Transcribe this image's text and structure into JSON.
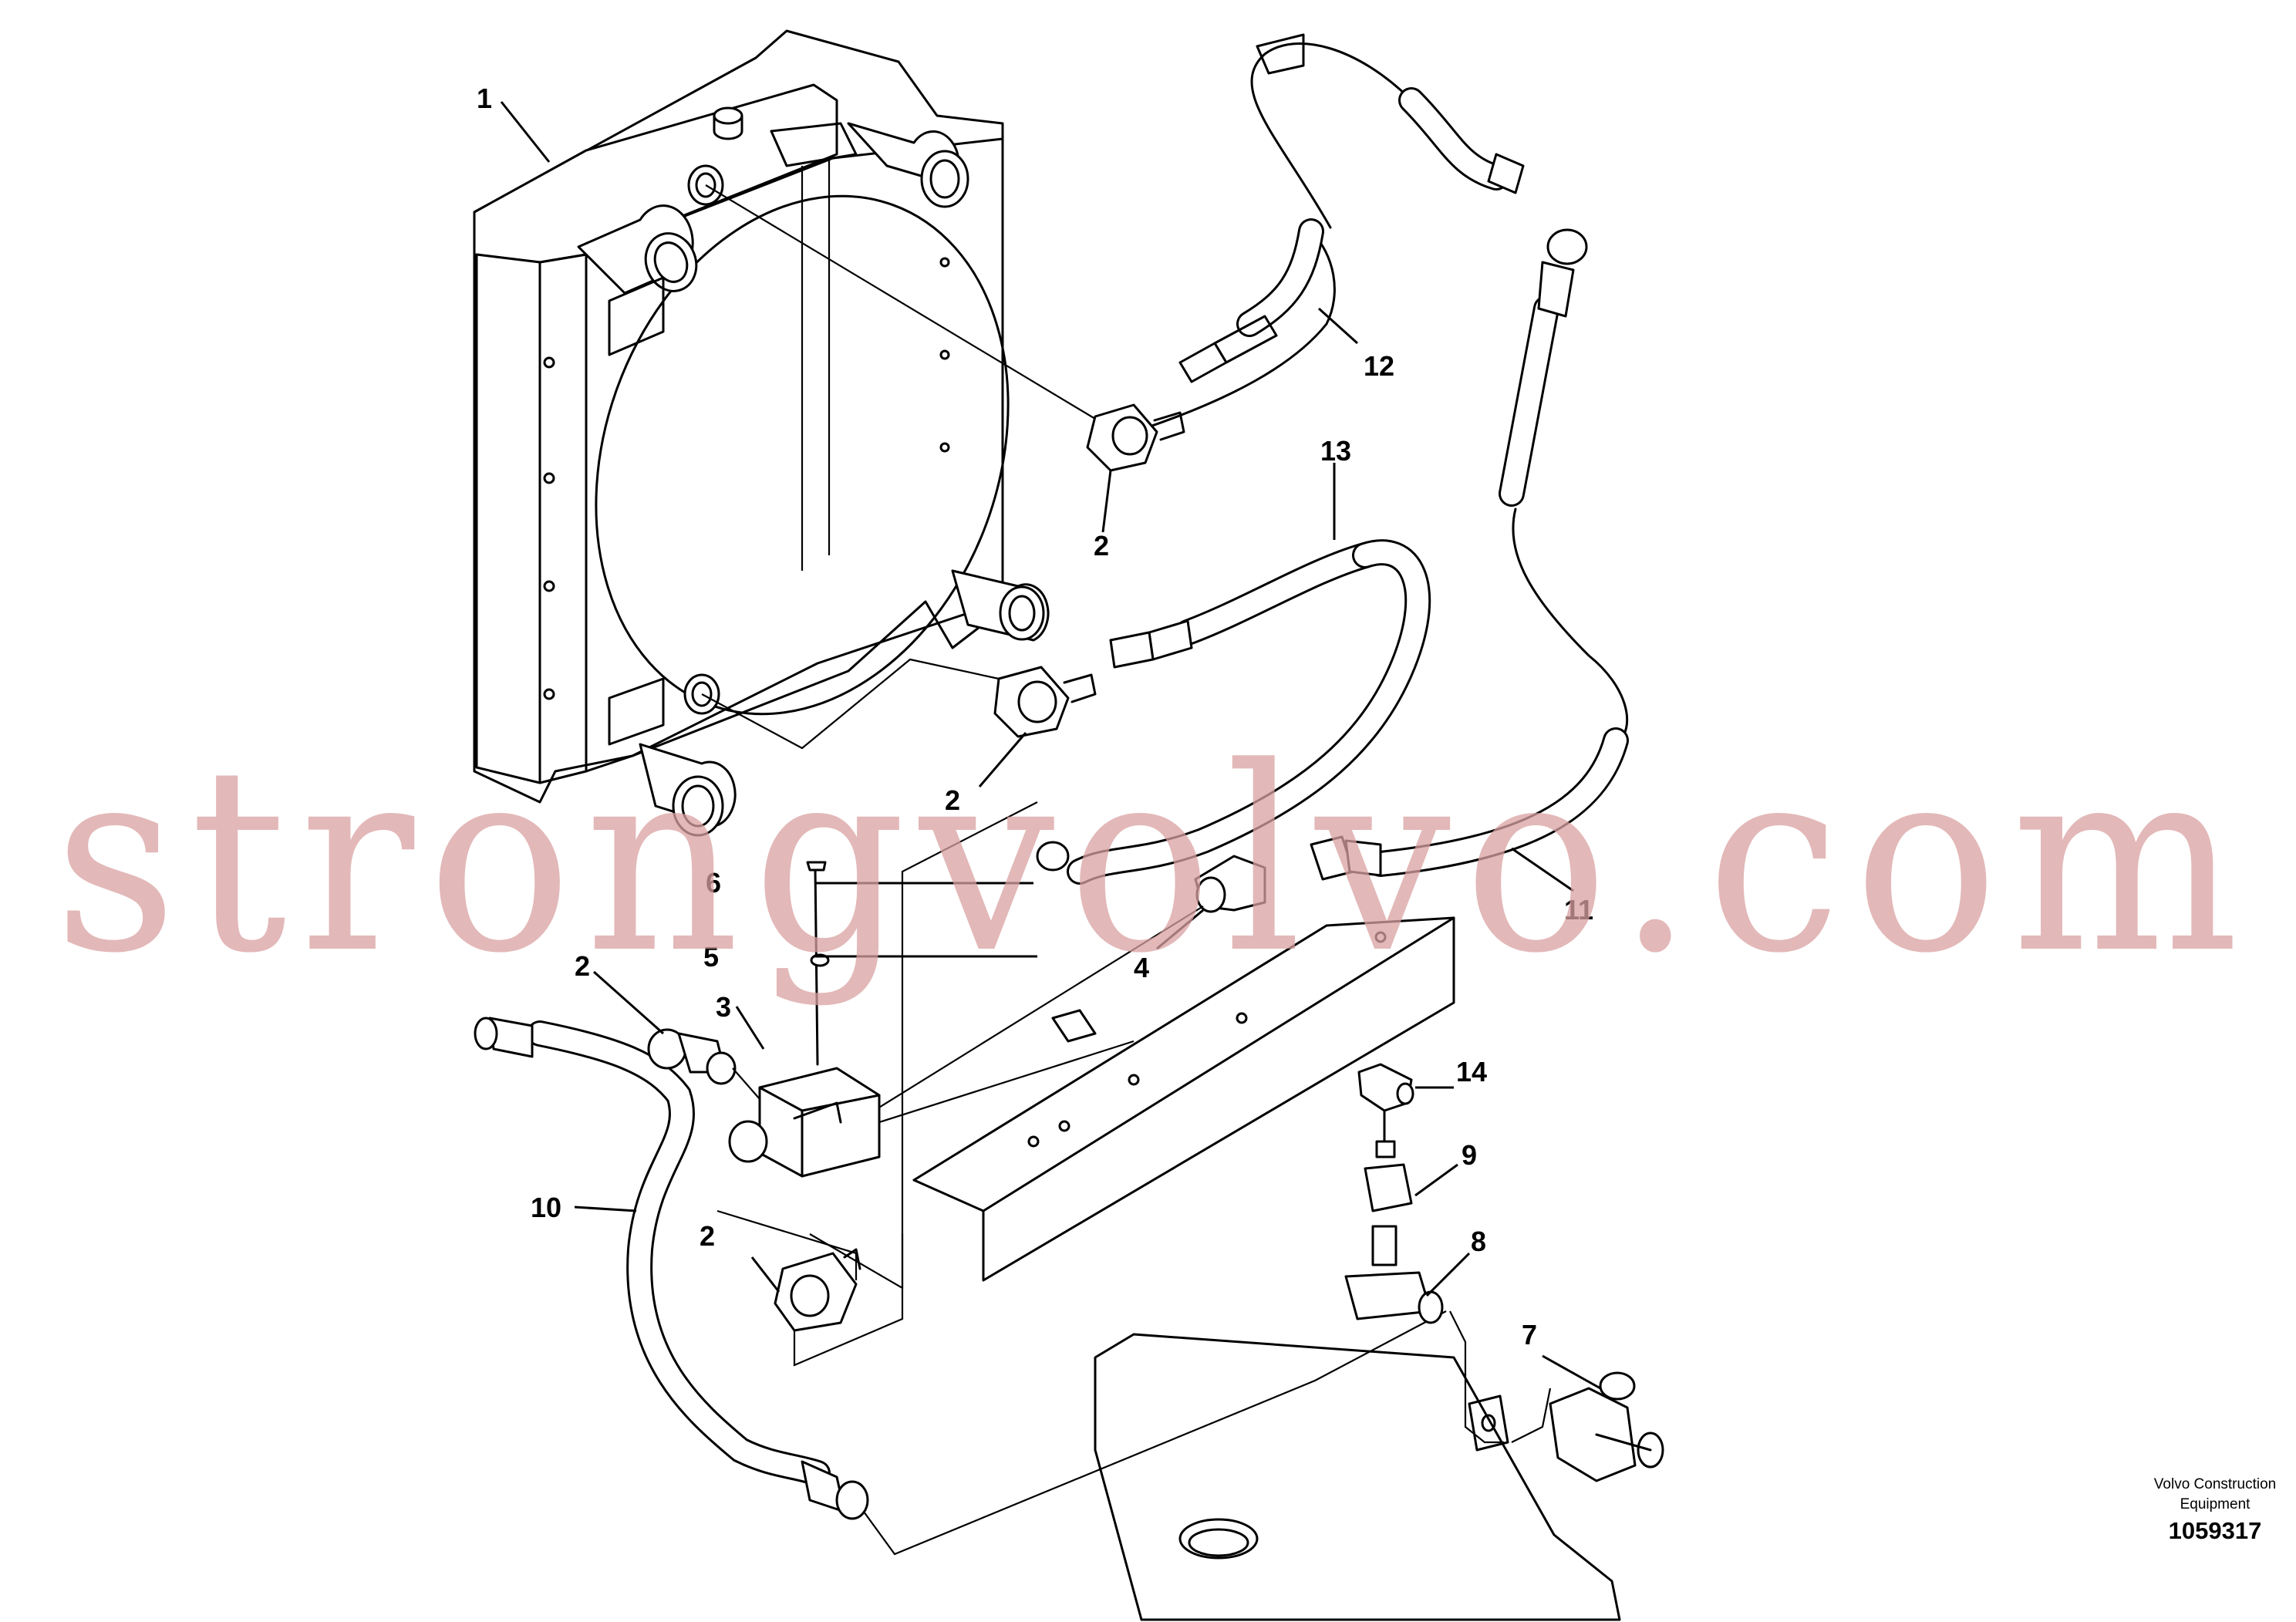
{
  "diagram": {
    "callouts": [
      {
        "id": "c1",
        "label": "1"
      },
      {
        "id": "c2a",
        "label": "2"
      },
      {
        "id": "c2b",
        "label": "2"
      },
      {
        "id": "c2c",
        "label": "2"
      },
      {
        "id": "c2d",
        "label": "2"
      },
      {
        "id": "c3",
        "label": "3"
      },
      {
        "id": "c4",
        "label": "4"
      },
      {
        "id": "c5",
        "label": "5"
      },
      {
        "id": "c6",
        "label": "6"
      },
      {
        "id": "c7",
        "label": "7"
      },
      {
        "id": "c8",
        "label": "8"
      },
      {
        "id": "c9",
        "label": "9"
      },
      {
        "id": "c10",
        "label": "10"
      },
      {
        "id": "c11",
        "label": "11"
      },
      {
        "id": "c12",
        "label": "12"
      },
      {
        "id": "c13",
        "label": "13"
      },
      {
        "id": "c14",
        "label": "14"
      }
    ],
    "credit_line1": "Volvo Construction",
    "credit_line2": "Equipment",
    "document_number": "1059317",
    "watermark": "strongvolvo.com"
  }
}
